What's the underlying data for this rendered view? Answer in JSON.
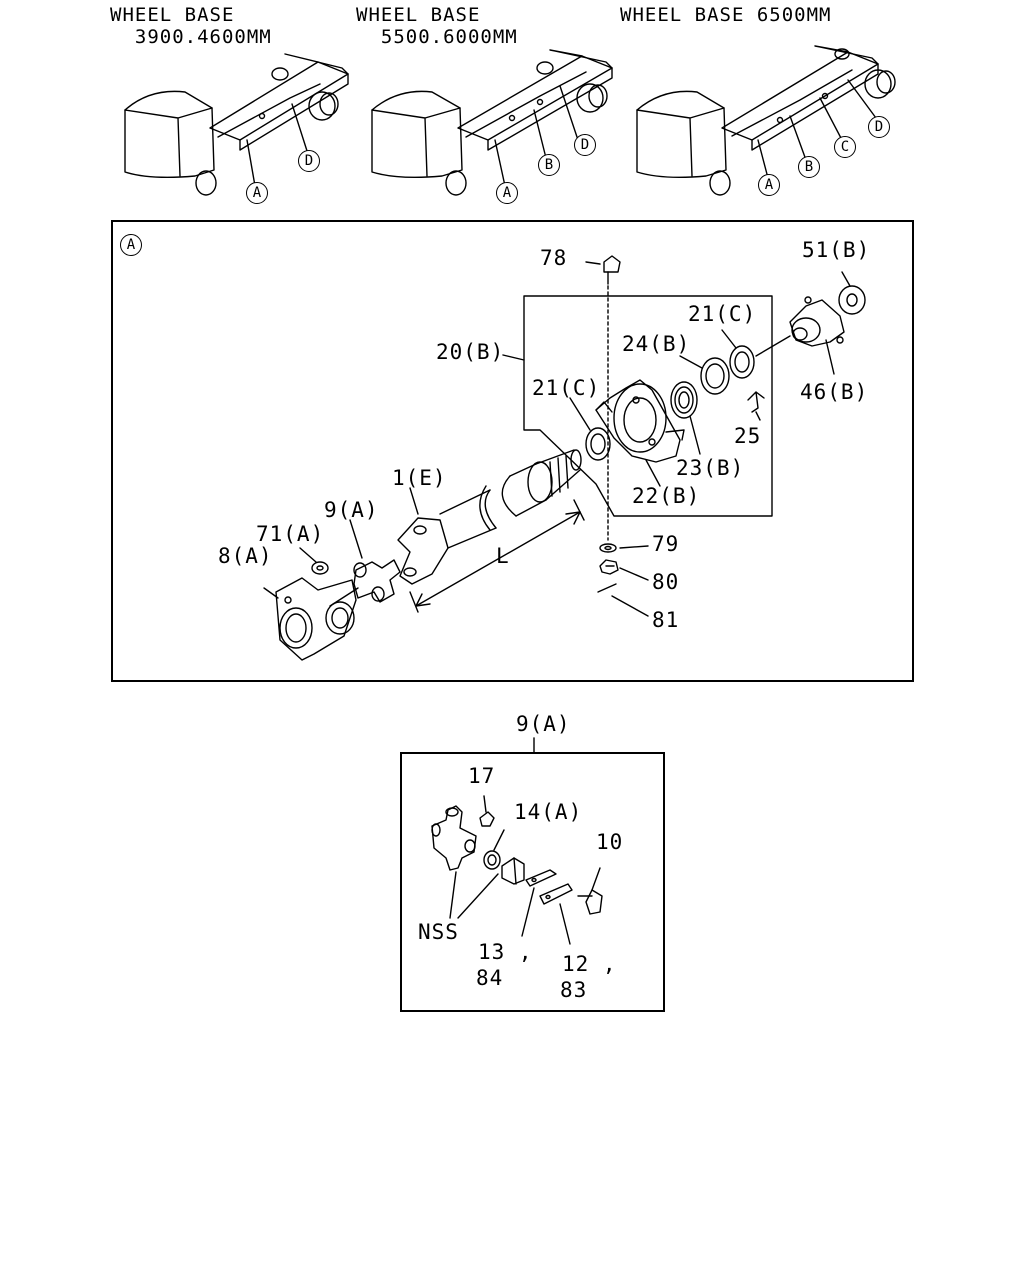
{
  "headers": {
    "wb1": "WHEEL BASE\n  3900.4600MM",
    "wb2": "WHEEL BASE\n  5500.6000MM",
    "wb3": "WHEEL BASE 6500MM"
  },
  "truck_markers": {
    "t1_a": "A",
    "t1_d": "D",
    "t2_a": "A",
    "t2_b": "B",
    "t2_d": "D",
    "t3_a": "A",
    "t3_b": "B",
    "t3_c": "C",
    "t3_d": "D"
  },
  "main_panel": {
    "tag": "A",
    "labels": {
      "p78": "78",
      "p51b": "51(B)",
      "p21c_top": "21(C)",
      "p20b": "20(B)",
      "p24b": "24(B)",
      "p21c_mid": "21(C)",
      "p46b": "46(B)",
      "p25": "25",
      "p23b": "23(B)",
      "p22b": "22(B)",
      "p1e": "1(E)",
      "p9a": "9(A)",
      "p71a": "71(A)",
      "p8a": "8(A)",
      "pL": "L",
      "p79": "79",
      "p80": "80",
      "p81": "81"
    }
  },
  "detail_panel": {
    "title": "9(A)",
    "labels": {
      "p17": "17",
      "p14a": "14(A)",
      "p10": "10",
      "nss": "NSS",
      "p13": "13 ,",
      "p84": "84",
      "p12": "12 ,",
      "p83": "83"
    }
  }
}
